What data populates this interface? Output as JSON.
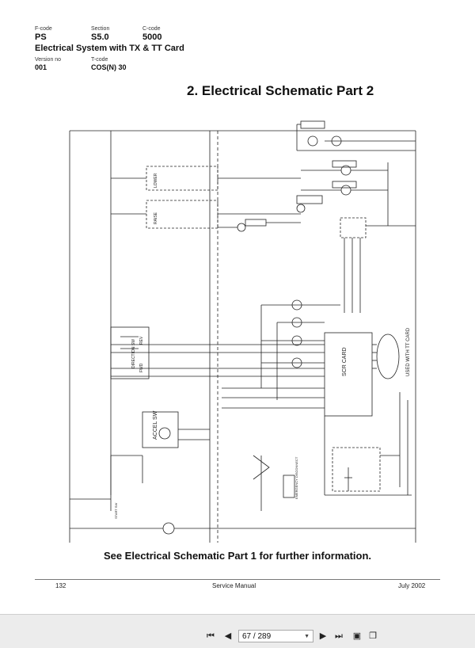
{
  "header": {
    "fcode_label": "F-code",
    "fcode_value": "PS",
    "section_label": "Section",
    "section_value": "S5.0",
    "ccode_label": "C-code",
    "ccode_value": "5000",
    "system_title": "Electrical System with TX & TT Card",
    "version_label": "Version no",
    "version_value": "001",
    "tcode_label": "T-code",
    "tcode_value": "COS(N) 30"
  },
  "title": "2. Electrical Schematic Part 2",
  "schematic": {
    "scr_card_label": "SCR CARD",
    "tt_card_label": "USED WITH TT CARD",
    "accel_label": "ACCEL SW",
    "direction_label": "DIRECTION SW",
    "fwd_label": "FWD",
    "rev_label": "REV",
    "lower_label": "LOWER",
    "raise_label": "RAISE",
    "emergency_label": "EMERGENCY DISCONNECT",
    "start_label": "START SW"
  },
  "note": "See Electrical Schematic Part 1 for further information.",
  "footer": {
    "page_number": "132",
    "doc_type": "Service Manual",
    "date": "July 2002"
  },
  "toolbar": {
    "page_display": "67 / 289"
  }
}
